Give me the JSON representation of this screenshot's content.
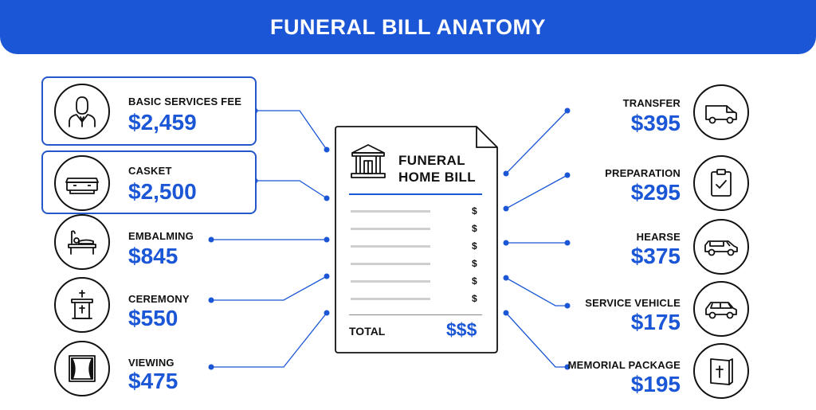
{
  "header": {
    "title": "FUNERAL BILL ANATOMY"
  },
  "bill": {
    "title_line1": "FUNERAL",
    "title_line2": "HOME BILL",
    "line_symbol": "$",
    "total_label": "TOTAL",
    "total_value": "$$$"
  },
  "left_items": [
    {
      "label": "BASIC SERVICES FEE",
      "price": "$2,459",
      "icon": "man-in-suit-icon"
    },
    {
      "label": "CASKET",
      "price": "$2,500",
      "icon": "casket-icon"
    },
    {
      "label": "EMBALMING",
      "price": "$845",
      "icon": "embalming-table-icon"
    },
    {
      "label": "CEREMONY",
      "price": "$550",
      "icon": "podium-cross-icon"
    },
    {
      "label": "VIEWING",
      "price": "$475",
      "icon": "window-curtains-icon"
    }
  ],
  "right_items": [
    {
      "label": "TRANSFER",
      "price": "$395",
      "icon": "van-icon"
    },
    {
      "label": "PREPARATION",
      "price": "$295",
      "icon": "clipboard-check-icon"
    },
    {
      "label": "HEARSE",
      "price": "$375",
      "icon": "hearse-icon"
    },
    {
      "label": "SERVICE VEHICLE",
      "price": "$175",
      "icon": "suv-icon"
    },
    {
      "label": "MEMORIAL PACKAGE",
      "price": "$195",
      "icon": "memorial-book-icon"
    }
  ],
  "colors": {
    "brand_blue": "#1a56d6",
    "outline": "#111111",
    "line_gray": "#cfcfcf"
  }
}
